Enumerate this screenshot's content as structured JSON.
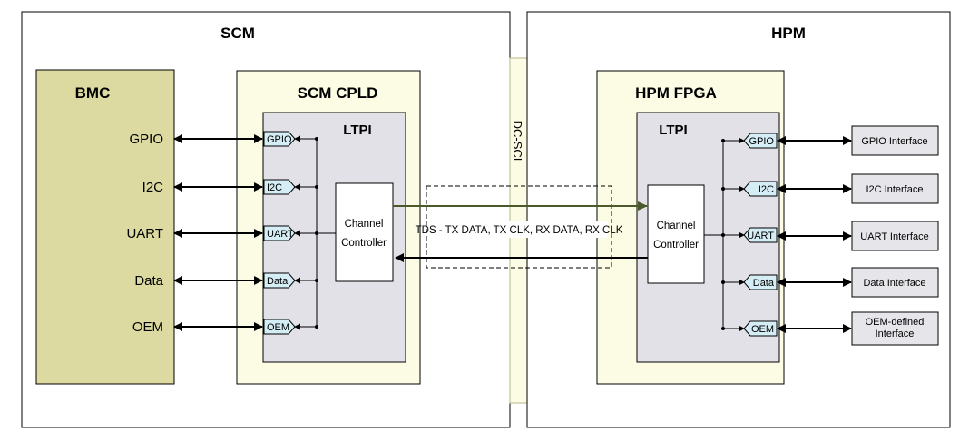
{
  "scm": {
    "title": "SCM",
    "bmc": {
      "title": "BMC",
      "signals": [
        "GPIO",
        "I2C",
        "UART",
        "Data",
        "OEM"
      ]
    },
    "cpld": {
      "title": "SCM CPLD",
      "ltpi": "LTPI",
      "ports": [
        "GPIO",
        "I2C",
        "UART",
        "Data",
        "OEM"
      ],
      "controller": [
        "Channel",
        "Controller"
      ]
    }
  },
  "dcscm_label": "DC-SCI",
  "link_label": "TDS - TX DATA, TX CLK, RX DATA, RX CLK",
  "hpm": {
    "title": "HPM",
    "fpga": {
      "title": "HPM FPGA",
      "ltpi": "LTPI",
      "ports": [
        "GPIO",
        "I2C",
        "UART",
        "Data",
        "OEM"
      ],
      "controller": [
        "Channel",
        "Controller"
      ]
    },
    "interfaces": [
      [
        "GPIO Interface"
      ],
      [
        "I2C Interface"
      ],
      [
        "UART Interface"
      ],
      [
        "Data Interface"
      ],
      [
        "OEM-defined",
        "Interface"
      ]
    ]
  },
  "colors": {
    "bmc_fill": "#dcdaa0",
    "fpga_fill": "#fcfbe4",
    "ltpi_fill": "#e3e1e8",
    "port_fill": "#d5eef6",
    "iface_fill": "#e6e5ea",
    "arrow_green": "#4a5a2a"
  }
}
